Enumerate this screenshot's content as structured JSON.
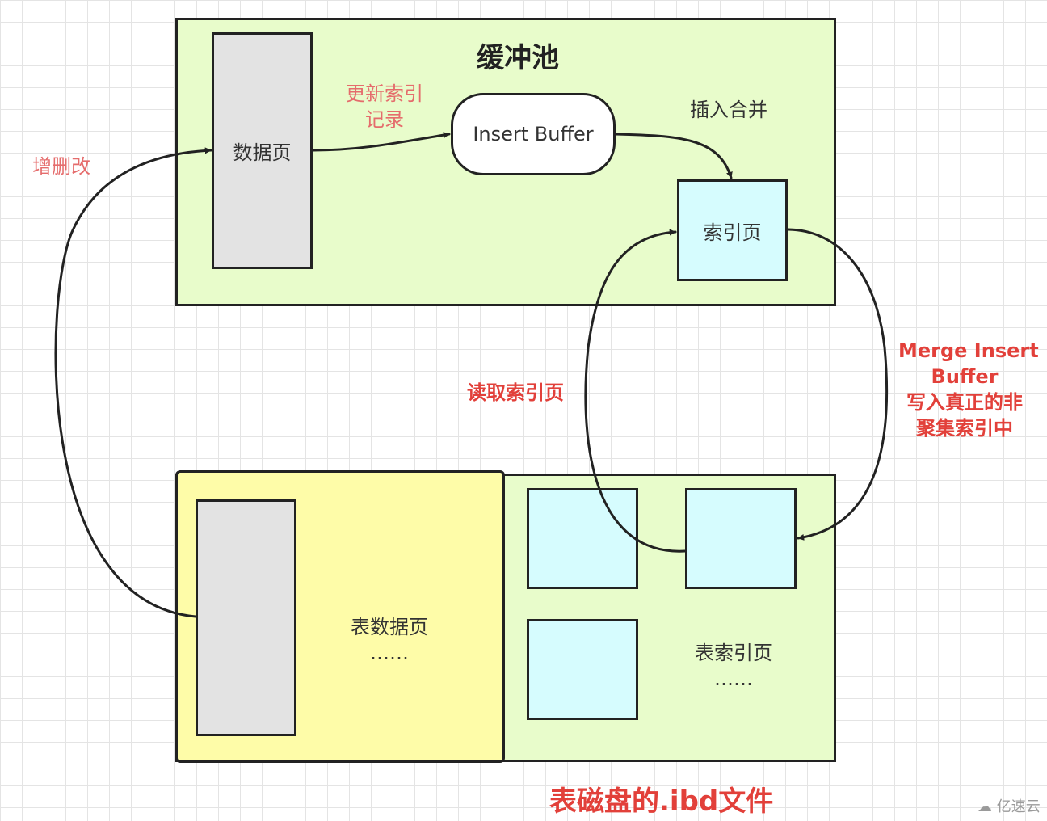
{
  "buffer_pool": {
    "title": "缓冲池",
    "data_page": "数据页",
    "insert_buffer": "Insert Buffer",
    "index_page": "索引页"
  },
  "labels": {
    "update_index_line1": "更新索引",
    "update_index_line2": "记录",
    "insert_merge": "插入合并",
    "crud": "增删改",
    "read_index_page": "读取索引页",
    "merge_line1": "Merge Insert",
    "merge_line2": "Buffer",
    "merge_line3": "写入真正的非",
    "merge_line4": "聚集索引中"
  },
  "disk": {
    "table_data_pages": "表数据页",
    "table_data_ellipsis": "……",
    "table_index_pages": "表索引页",
    "table_index_ellipsis": "……",
    "caption": "表磁盘的.ibd文件"
  },
  "watermark": "亿速云",
  "colors": {
    "pool_bg": "#e8fccb",
    "data_bg": "#fefca8",
    "page_gray": "#e3e3e3",
    "index_cyan": "#d6fcfe",
    "accent_red": "#e2403a",
    "accent_pink": "#e56c6c"
  }
}
